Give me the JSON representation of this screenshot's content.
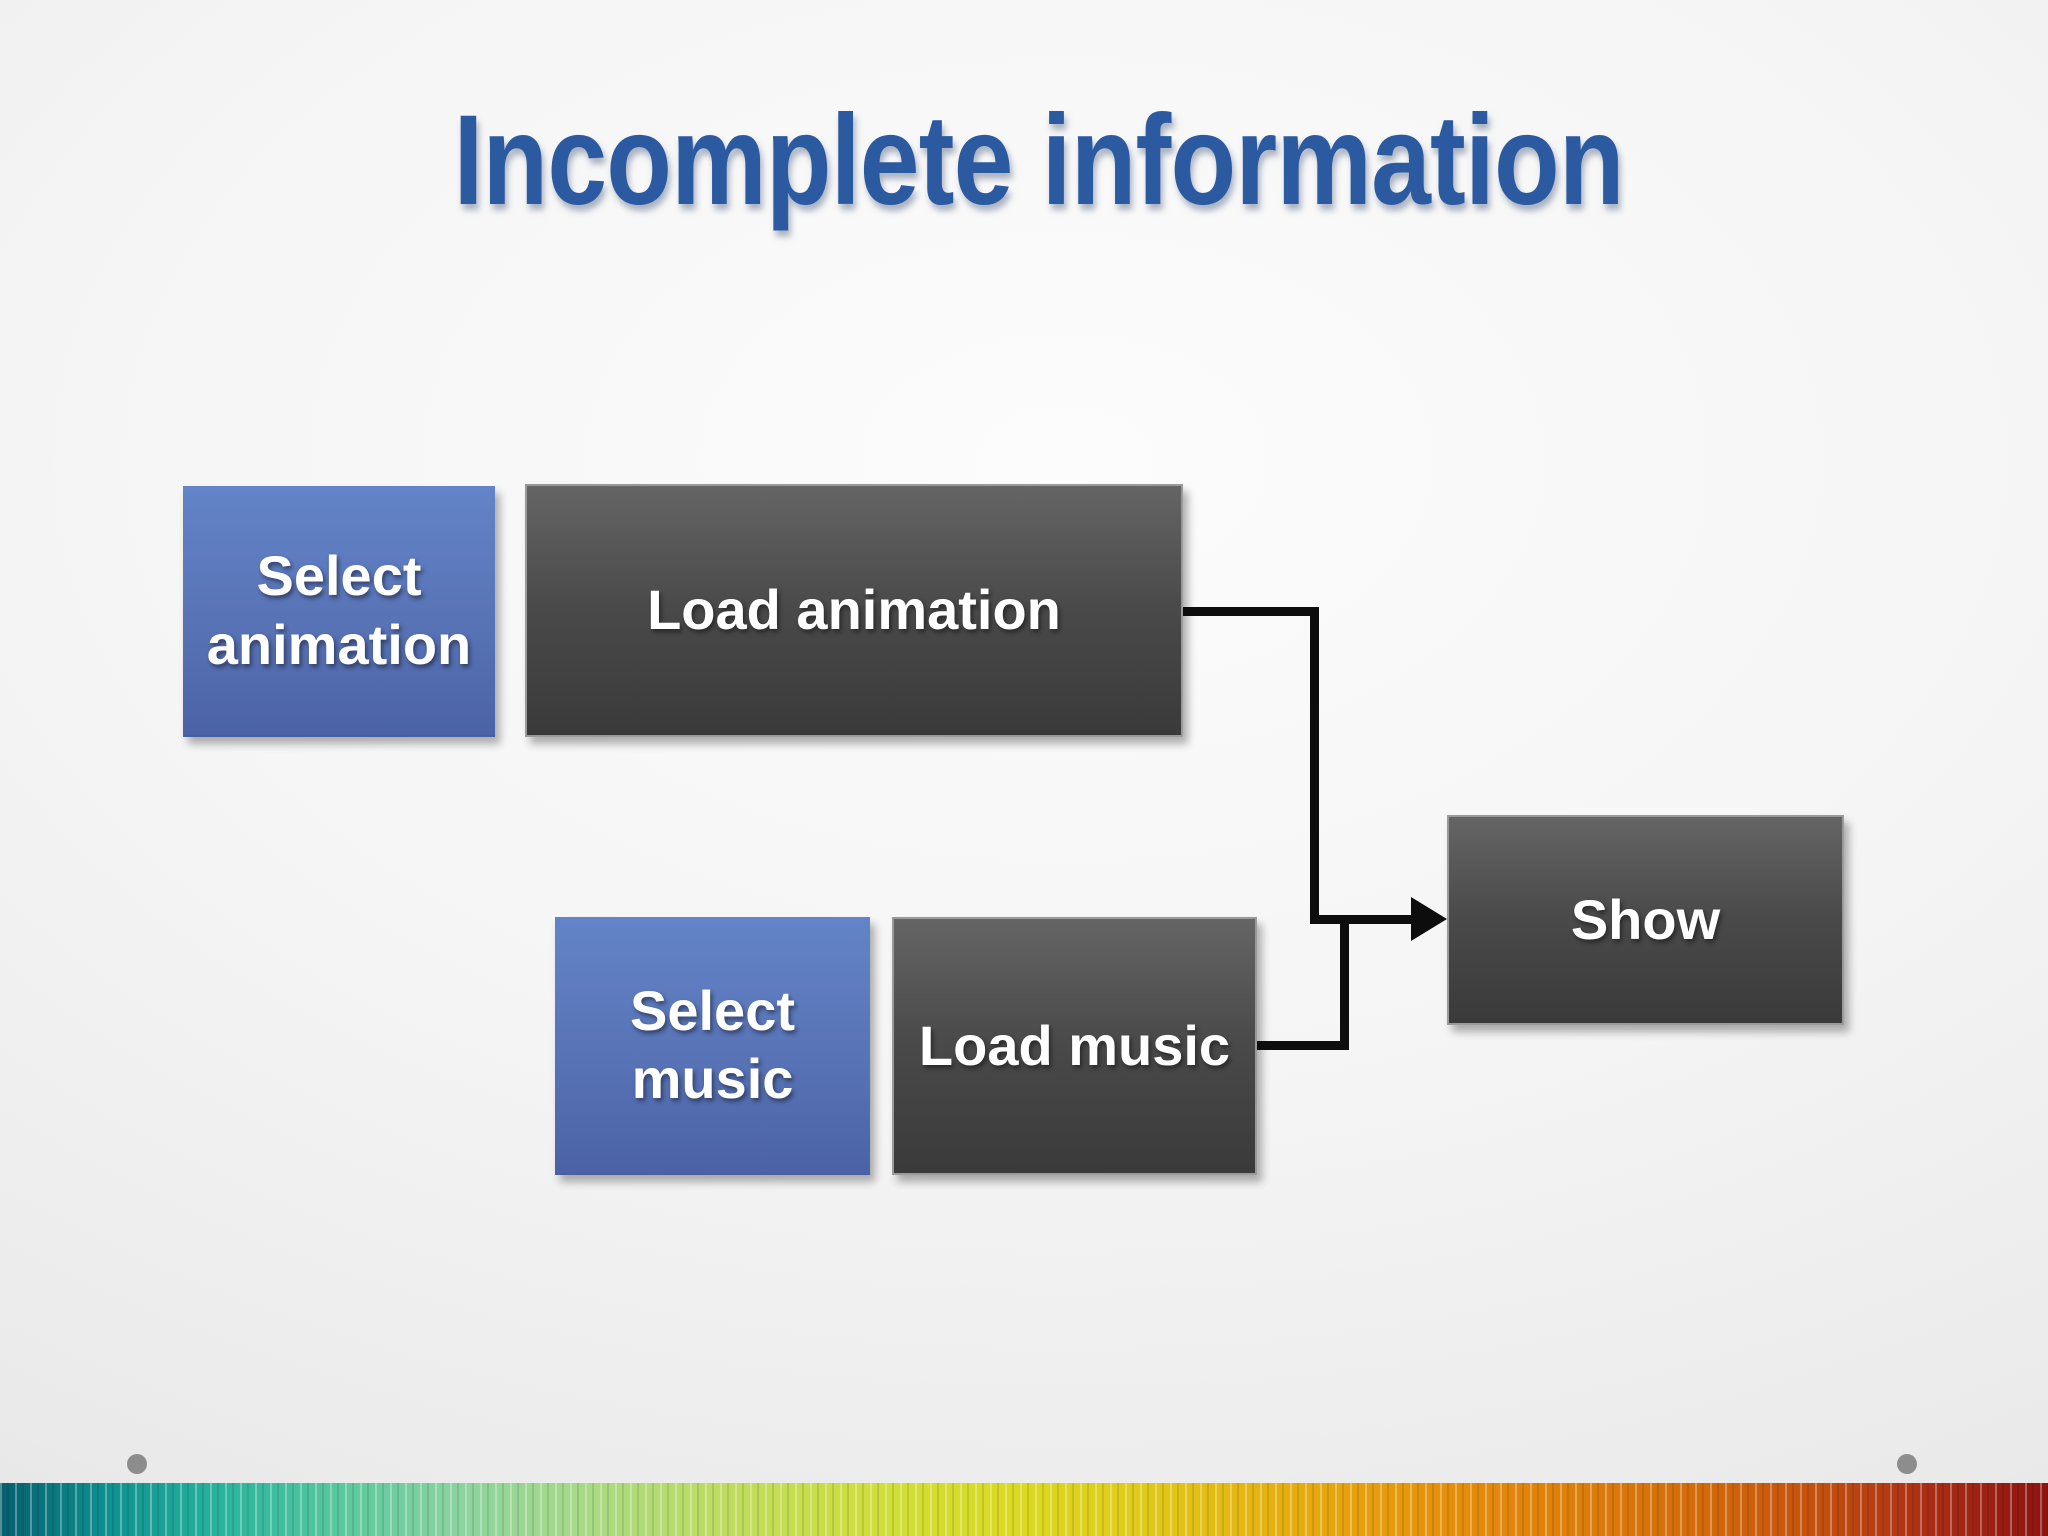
{
  "slide": {
    "title": "Incomplete information"
  },
  "theme": {
    "title-color": "#2b5aa1",
    "node-blue-top": "#6384c8",
    "node-blue-bottom": "#4b63a6",
    "node-dark-top": "#656565",
    "node-dark-bottom": "#3a3a3a",
    "node-dark-border": "#9a9a9a",
    "node-label-color": "#ffffff",
    "connector-color": "#0d0d0d",
    "dot-color": "#8d8d8d"
  },
  "diagram": {
    "nodes": [
      {
        "id": "select-animation",
        "label": "Select animation",
        "variant": "blue"
      },
      {
        "id": "load-animation",
        "label": "Load animation",
        "variant": "dark"
      },
      {
        "id": "select-music",
        "label": "Select music",
        "variant": "blue"
      },
      {
        "id": "load-music",
        "label": "Load music",
        "variant": "dark"
      },
      {
        "id": "show",
        "label": "Show",
        "variant": "dark"
      }
    ],
    "edges": [
      {
        "from": "load-animation",
        "to": "show"
      },
      {
        "from": "load-music",
        "to": "show"
      }
    ]
  },
  "footer": {
    "stripe_colors": [
      "#07606f",
      "#0f9392",
      "#2bb59d",
      "#5ac89e",
      "#8ad3a0",
      "#a5d98a",
      "#b8dc6b",
      "#c6dd4e",
      "#d2de33",
      "#dbd922",
      "#e0cb1b",
      "#e4b512",
      "#e69f0d",
      "#e38a0b",
      "#dc7c0a",
      "#d2690a",
      "#c3500f",
      "#a92c15",
      "#8c1411"
    ]
  }
}
